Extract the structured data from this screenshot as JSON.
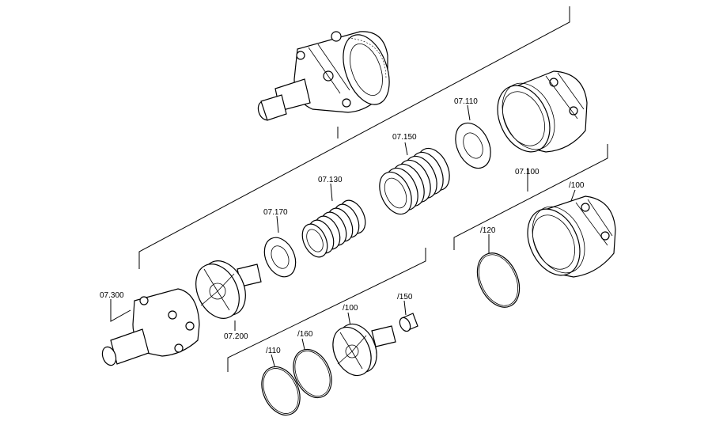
{
  "labels": {
    "l07110": "07.110",
    "l07150": "07.150",
    "l07130": "07.130",
    "l07170": "07.170",
    "l07100": "07.100",
    "l07300": "07.300",
    "l07200": "07.200",
    "l100a": "/100",
    "l120": "/120",
    "l100b": "/100",
    "l150": "/150",
    "l160": "/160",
    "l110": "/110"
  }
}
